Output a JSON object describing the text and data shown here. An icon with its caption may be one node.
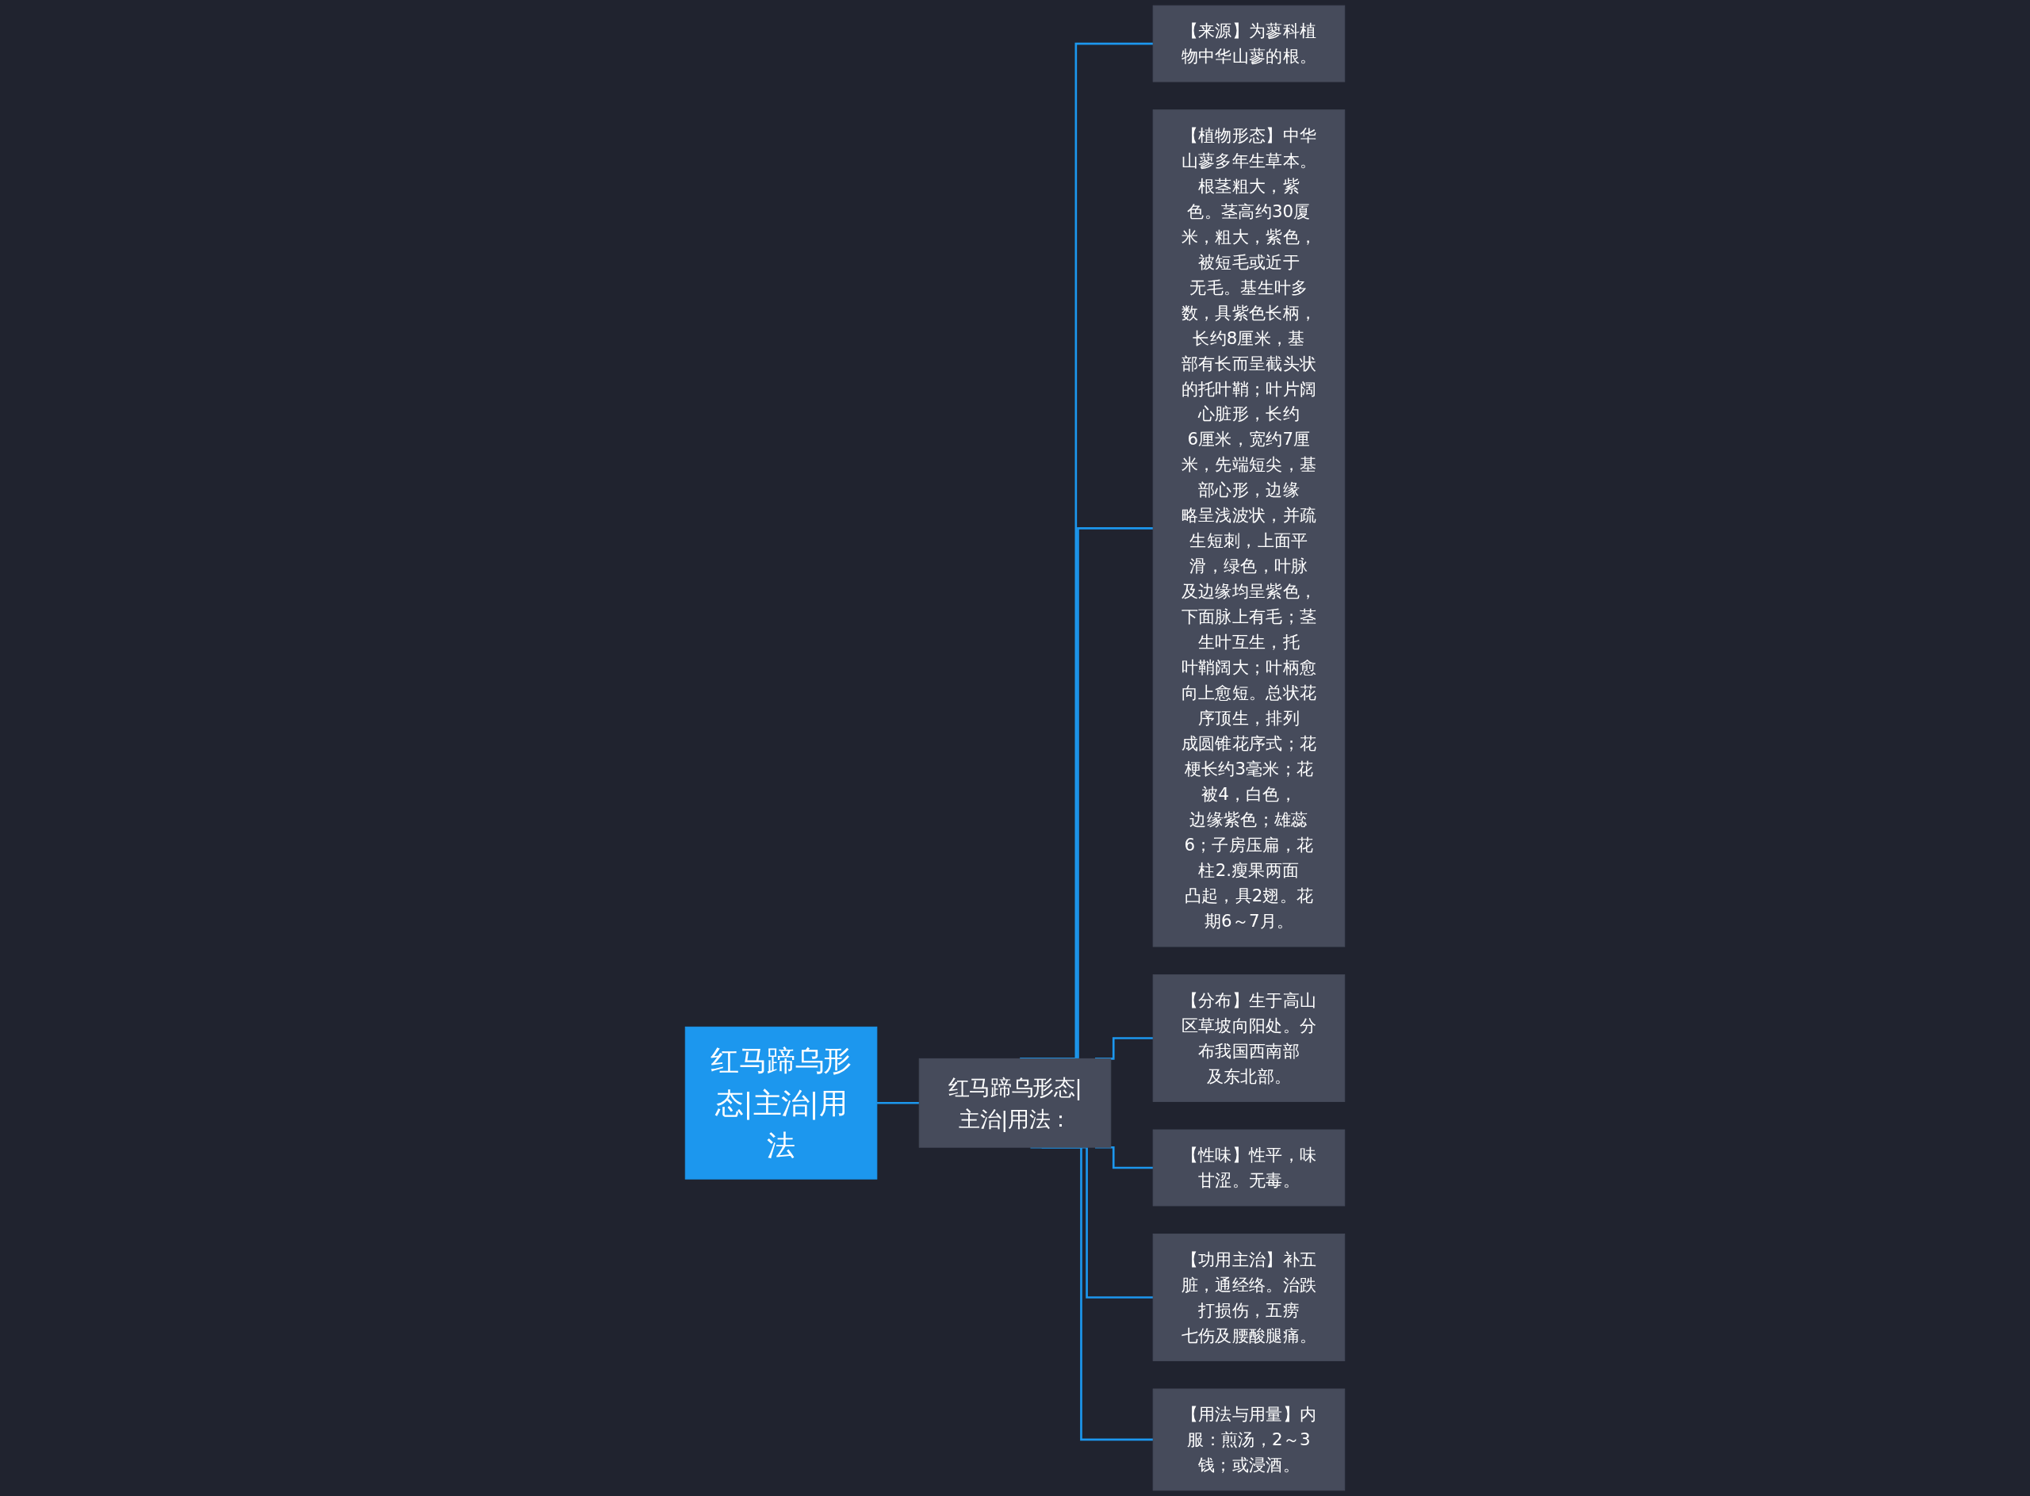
{
  "diagram": {
    "nodes": [
      {
        "text": [
          "红马蹄乌形态|主治|用法"
        ]
      },
      {
        "text": [
          "红马蹄乌形态|主治|用法："
        ]
      },
      {
        "text": [
          "【来源】为蓼科植物中华山蓼的根。"
        ]
      },
      {
        "text": [
          "【植物形态】中华山蓼多年生草本。根茎粗大，紫色。茎高约30厦米，粗大，紫色，被短毛或近于无毛。基生叶多数，具紫色长柄，长约8厘米，基部有长而呈截头状的托叶鞘；叶片阔心脏形，长约6厘米，宽约7厘米，先端短尖，基部心形，边缘略呈浅波状，并疏生短刺，上面平滑，绿色，叶脉及边缘均呈紫色，下面脉上有毛；茎生叶互生，托叶鞘阔大；叶柄愈向上愈短。总状花序顶生，排列成圆锥花序式；花梗长约3毫米；花被4，白色，边缘紫色；雄蕊6；子房压扁，花柱2.瘦果两面凸起，具2翅。花期6～7月。"
        ]
      },
      {
        "text": [
          "【分布】生于高山区草坡向阳处。分布我国西南部及东北部。"
        ]
      },
      {
        "text": [
          "【性味】性平，味甘涩。无毒。"
        ]
      },
      {
        "text": [
          "【功用主治】补五脏，通经络。治跌打损伤，五痨七伤及腰酸腿痛。"
        ]
      },
      {
        "text": [
          "【用法与用量】内服：煎汤，2～3钱；或浸酒。"
        ]
      }
    ],
    "edges": [
      {
        "from": 0,
        "to": 1,
        "arrow": "none"
      },
      {
        "from": 1,
        "to": 2,
        "arrow": "none"
      },
      {
        "from": 1,
        "to": 3,
        "arrow": "none"
      },
      {
        "from": 1,
        "to": 4,
        "arrow": "none"
      },
      {
        "from": 1,
        "to": 5,
        "arrow": "none"
      },
      {
        "from": 1,
        "to": 6,
        "arrow": "none"
      },
      {
        "from": 1,
        "to": 7,
        "arrow": "none"
      }
    ]
  }
}
